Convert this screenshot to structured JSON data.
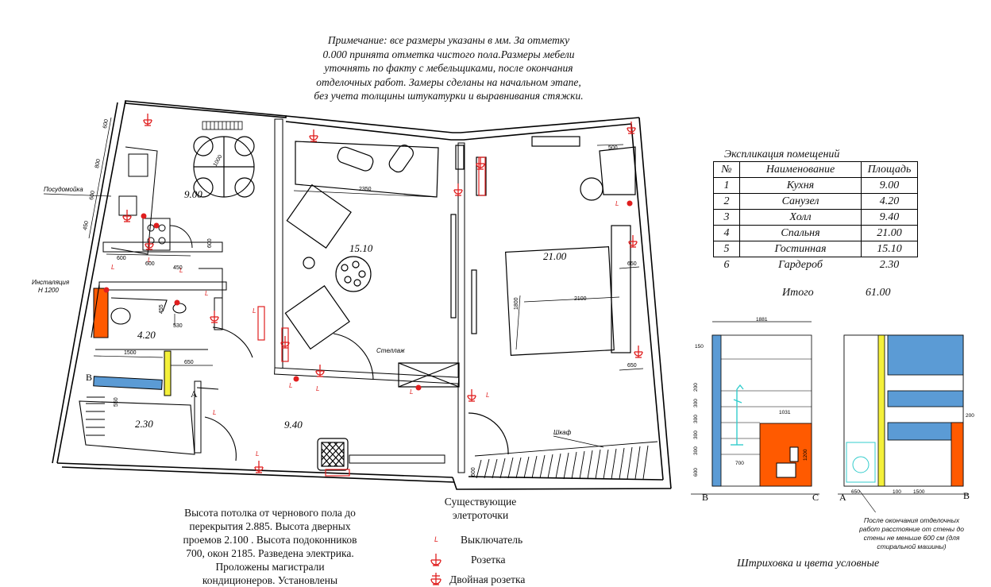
{
  "note": {
    "lines": [
      "Примечание: все размеры указаны в мм. За отметку",
      "0.000 принята отметка чистого пола.Размеры мебели",
      "уточнять по факту с мебельщиками, после окончания",
      "отделочных работ. Замеры сделаны на начальном этапе,",
      "без учета толщины штукатурки и выравнивания стяжки."
    ]
  },
  "rooms": {
    "kitchen": "9.00",
    "living": "15.10",
    "bedroom": "21.00",
    "bath": "4.20",
    "wardrobe": "2.30",
    "hall": "9.40"
  },
  "plan_labels": {
    "dishwasher": "Посудомойка",
    "install_1": "Инсталяция",
    "install_2": "Н 1200",
    "rack": "Стеллаж",
    "closet": "Шкаф",
    "letter_b": "В",
    "letter_a": "А"
  },
  "plan_dims": {
    "d600a": "600",
    "d800": "800",
    "d600b": "600",
    "d450a": "450",
    "d1000": "1000",
    "d2350": "2350",
    "d500": "500",
    "d600c": "600",
    "d600d": "600",
    "d450b": "450",
    "d600e": "600",
    "d455": "455",
    "d530": "530",
    "d1500": "1500",
    "d650a": "650",
    "d2100": "2100",
    "d1800": "1800",
    "d650b": "650",
    "d650c": "650",
    "d550": "550",
    "d600f": "600"
  },
  "explication": {
    "title": "Экспликация помещений",
    "headers": [
      "№",
      "Наименование",
      "Площадь"
    ],
    "rows": [
      [
        "1",
        "Кухня",
        "9.00"
      ],
      [
        "2",
        "Санузел",
        "4.20"
      ],
      [
        "3",
        "Холл",
        "9.40"
      ],
      [
        "4",
        "Спальня",
        "21.00"
      ],
      [
        "5",
        "Гостинная",
        "15.10"
      ],
      [
        "6",
        "Гардероб",
        "2.30"
      ]
    ],
    "total_label": "Итого",
    "total_value": "61.00"
  },
  "bottom_note": {
    "lines": [
      "Высота потолка от чернового пола до",
      "перекрытия 2.885. Высота дверных",
      "проемов 2.100 . Высота подоконников",
      "700, окон 2185. Разведена электрика.",
      "Проложены магистрали",
      "кондиционеров. Установлены"
    ]
  },
  "legend": {
    "title_1": "Существующие",
    "title_2": "элетроточки",
    "switch": "Выключатель",
    "socket": "Розетка",
    "double_socket": "Двойная розетка"
  },
  "elevations": {
    "e1": {
      "width": "1881",
      "d150": "150",
      "d200": "200",
      "d300a": "300",
      "d300b": "300",
      "d300c": "300",
      "d300d": "300",
      "d600": "600",
      "d700": "700",
      "d1031": "1031",
      "d1200": "1200",
      "left": "В",
      "right": "С"
    },
    "e2": {
      "d200": "200",
      "d650": "650",
      "d100": "100",
      "d1500": "1500",
      "left": "А",
      "right": "В"
    },
    "washer_note": [
      "После окончания отделочных",
      "работ расстояние от стены до",
      "стены не меньше 600 см (для",
      "стиральной машины)"
    ]
  },
  "hatch_note": "Штриховка и цвета условные",
  "colors": {
    "blue": "#5b9bd5",
    "orange": "#ff5a00",
    "yellow": "#f4f03a",
    "red": "#e01e1e",
    "cyan": "#33cccc"
  }
}
